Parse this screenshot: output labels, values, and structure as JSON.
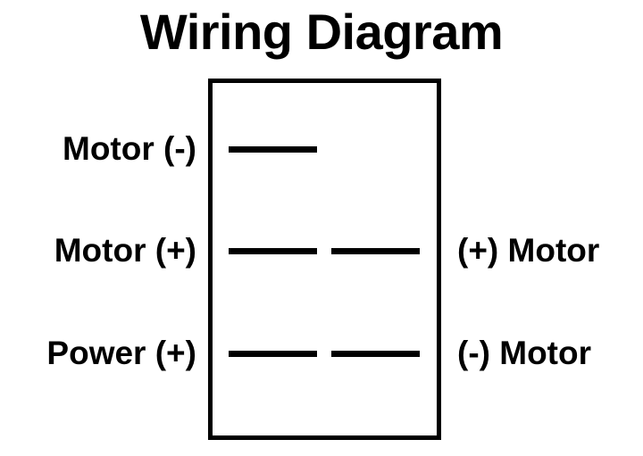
{
  "title": "Wiring Diagram",
  "colors": {
    "background": "#ffffff",
    "ink": "#000000"
  },
  "switch_body": {
    "name": "rocker-switch-outline"
  },
  "rows": [
    {
      "id": "row-1",
      "left_label": "Motor (-)",
      "right_label": "",
      "has_left_bar": true,
      "has_right_bar": false
    },
    {
      "id": "row-2",
      "left_label": "Motor (+)",
      "right_label": "(+) Motor",
      "has_left_bar": true,
      "has_right_bar": true
    },
    {
      "id": "row-3",
      "left_label": "Power (+)",
      "right_label": "(-) Motor",
      "has_left_bar": true,
      "has_right_bar": true
    }
  ]
}
